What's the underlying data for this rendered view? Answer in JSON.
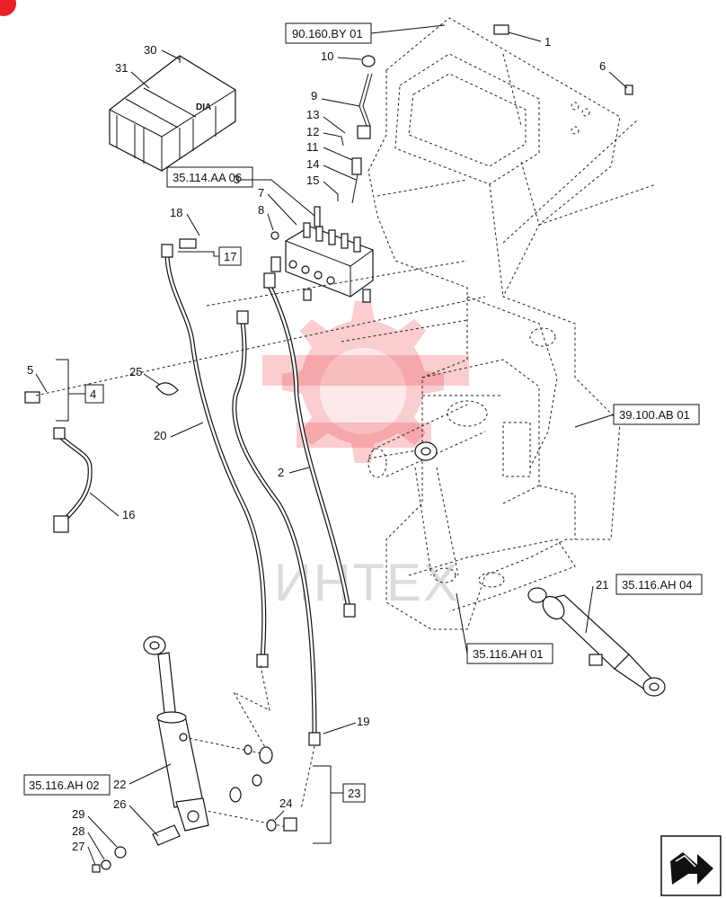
{
  "watermark": {
    "text": "ИНТЕХ",
    "color": "#e8202a"
  },
  "corner_badge": {
    "color": "#e8202a"
  },
  "nav_icon": "next-page-arrow-icon",
  "reference_boxes": [
    {
      "id": "ref-90-160",
      "text": "90.160.BY 01"
    },
    {
      "id": "ref-35-114",
      "text": "35.114.AA 06"
    },
    {
      "id": "ref-39-100",
      "text": "39.100.AB 01"
    },
    {
      "id": "ref-35-116-04",
      "text": "35.116.AH 04"
    },
    {
      "id": "ref-35-116-01",
      "text": "35.116.AH 01"
    },
    {
      "id": "ref-35-116-02",
      "text": "35.116.AH 02"
    }
  ],
  "group_boxes": [
    {
      "id": "group-4",
      "text": "4"
    },
    {
      "id": "group-17",
      "text": "17"
    },
    {
      "id": "group-23",
      "text": "23"
    }
  ],
  "callouts": [
    "1",
    "2",
    "3",
    "5",
    "6",
    "7",
    "8",
    "9",
    "10",
    "11",
    "12",
    "13",
    "14",
    "15",
    "16",
    "18",
    "19",
    "20",
    "21",
    "22",
    "24",
    "25",
    "26",
    "27",
    "28",
    "29",
    "30",
    "31"
  ],
  "crate_label": "DIA"
}
